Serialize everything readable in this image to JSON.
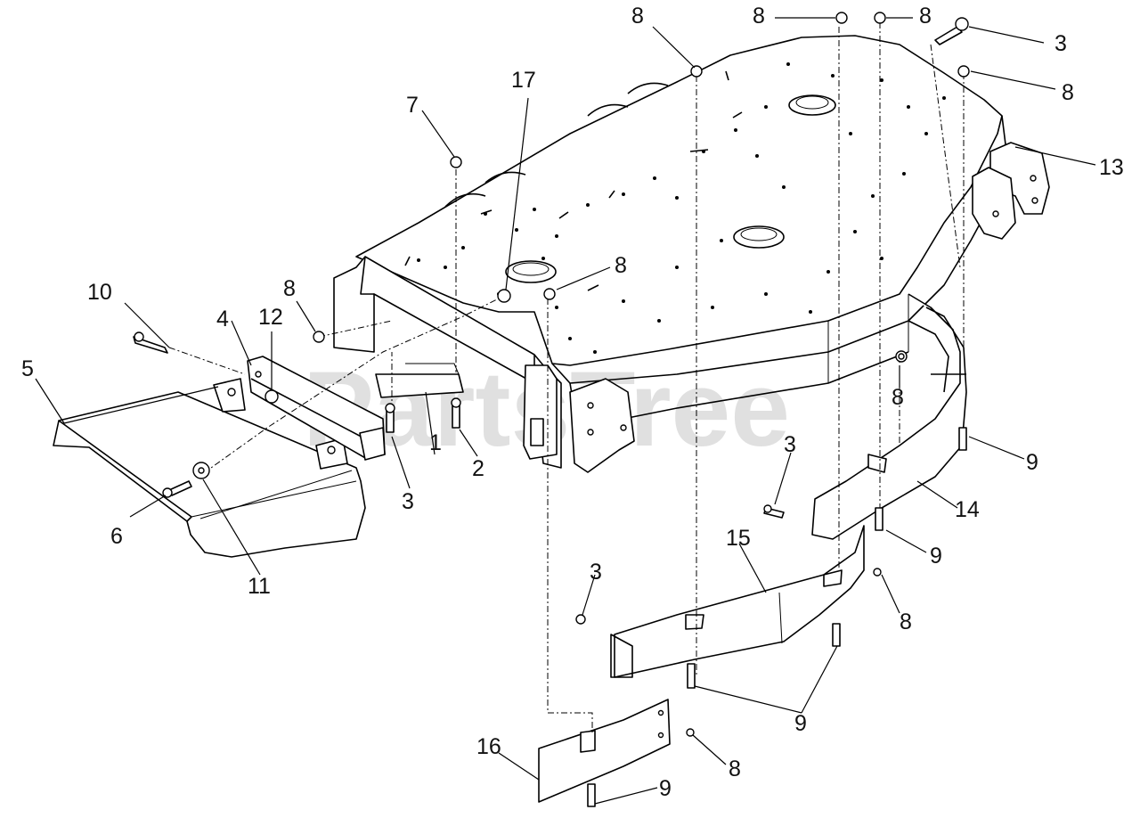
{
  "watermark": "PartsTree",
  "callouts": [
    {
      "id": "c1",
      "label": "1"
    },
    {
      "id": "c2",
      "label": "2"
    },
    {
      "id": "c3a",
      "label": "3"
    },
    {
      "id": "c3b",
      "label": "3"
    },
    {
      "id": "c3c",
      "label": "3"
    },
    {
      "id": "c3d",
      "label": "3"
    },
    {
      "id": "c4",
      "label": "4"
    },
    {
      "id": "c5",
      "label": "5"
    },
    {
      "id": "c6",
      "label": "6"
    },
    {
      "id": "c7",
      "label": "7"
    },
    {
      "id": "c8a",
      "label": "8"
    },
    {
      "id": "c8b",
      "label": "8"
    },
    {
      "id": "c8c",
      "label": "8"
    },
    {
      "id": "c8d",
      "label": "8"
    },
    {
      "id": "c8e",
      "label": "8"
    },
    {
      "id": "c8f",
      "label": "8"
    },
    {
      "id": "c8g",
      "label": "8"
    },
    {
      "id": "c8h",
      "label": "8"
    },
    {
      "id": "c8i",
      "label": "8"
    },
    {
      "id": "c9a",
      "label": "9"
    },
    {
      "id": "c9b",
      "label": "9"
    },
    {
      "id": "c9c",
      "label": "9"
    },
    {
      "id": "c9d",
      "label": "9"
    },
    {
      "id": "c10",
      "label": "10"
    },
    {
      "id": "c11",
      "label": "11"
    },
    {
      "id": "c12",
      "label": "12"
    },
    {
      "id": "c13",
      "label": "13"
    },
    {
      "id": "c14",
      "label": "14"
    },
    {
      "id": "c15",
      "label": "15"
    },
    {
      "id": "c16",
      "label": "16"
    },
    {
      "id": "c17",
      "label": "17"
    }
  ]
}
